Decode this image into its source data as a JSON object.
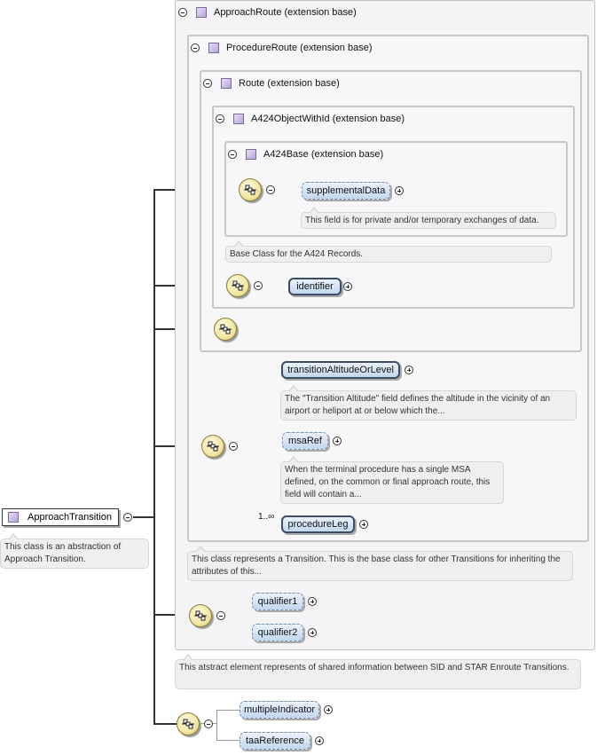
{
  "diagram": {
    "root": {
      "label": "ApproachTransition",
      "annotation": "This class is an abstraction of Approach Transition."
    },
    "types": [
      {
        "label": "ApproachRoute (extension base)",
        "annotation": "This atstract element represents of shared information between SID and STAR Enroute Transitions."
      },
      {
        "label": "ProcedureRoute (extension base)",
        "annotation": "This class represents a Transition. This is the base class for other Transitions for inheriting the attributes of this..."
      },
      {
        "label": "Route (extension base)"
      },
      {
        "label": "A424ObjectWithId (extension base)"
      },
      {
        "label": "A424Base (extension base)",
        "annotation": "Base Class for the A424 Records."
      }
    ],
    "elements": {
      "supplementalData": {
        "label": "supplementalData",
        "annotation": "This field is for private and/or temporary exchanges of data."
      },
      "identifier": {
        "label": "identifier"
      },
      "transitionAltitudeOrLevel": {
        "label": "transitionAltitudeOrLevel",
        "annotation": "The \"Transition Altitude\" field defines the altitude in the vicinity of an airport or heliport at or below which the..."
      },
      "msaRef": {
        "label": "msaRef",
        "annotation": "When the terminal procedure has a single MSA defined, on the common or final approach route, this field will contain a..."
      },
      "procedureLeg": {
        "label": "procedureLeg",
        "occurrence": "1..∞"
      },
      "qualifier1": {
        "label": "qualifier1"
      },
      "qualifier2": {
        "label": "qualifier2"
      },
      "multipleIndicator": {
        "label": "multipleIndicator"
      },
      "taaReference": {
        "label": "taaReference"
      }
    },
    "icons": {
      "complex_type": "complex-type-icon",
      "sequence": "sequence-compositor-icon",
      "collapse": "collapse-icon",
      "expand": "expand-icon"
    },
    "colors": {
      "element_fill": "#c3d7ef",
      "compositor_fill": "#f2e6a2",
      "type_icon": "#b8a4da",
      "annotation_fill": "#efeff2"
    }
  }
}
